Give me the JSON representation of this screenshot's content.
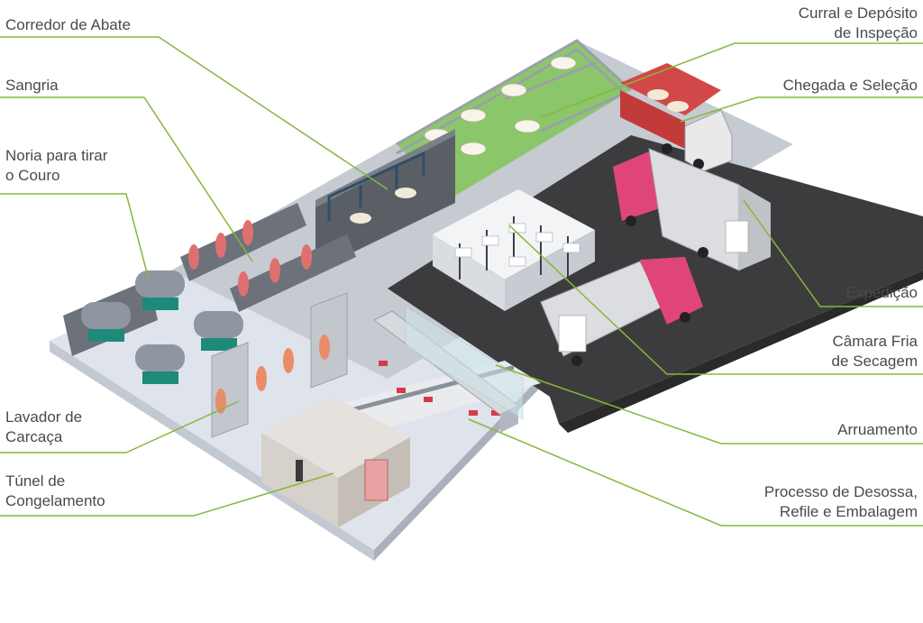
{
  "diagram": {
    "title": "Abatedouro – fluxo do processo",
    "accent_color": "#86b83a",
    "labels": {
      "corredor": [
        "Corredor de Abate"
      ],
      "sangria": [
        "Sangria"
      ],
      "noria": [
        "Noria para tirar",
        "o Couro"
      ],
      "lavador": [
        "Lavador de",
        "Carcaça"
      ],
      "tunel": [
        "Túnel de",
        "Congelamento"
      ],
      "curral": [
        "Curral e Depósito",
        "de Inspeção"
      ],
      "chegada": [
        "Chegada e Seleção"
      ],
      "expedicao": [
        "Expedição"
      ],
      "camara": [
        "Câmara Fria",
        "de Secagem"
      ],
      "arruamento": [
        "Arruamento"
      ],
      "desossa": [
        "Processo de Desossa,",
        "Refile e Embalagem"
      ]
    }
  }
}
